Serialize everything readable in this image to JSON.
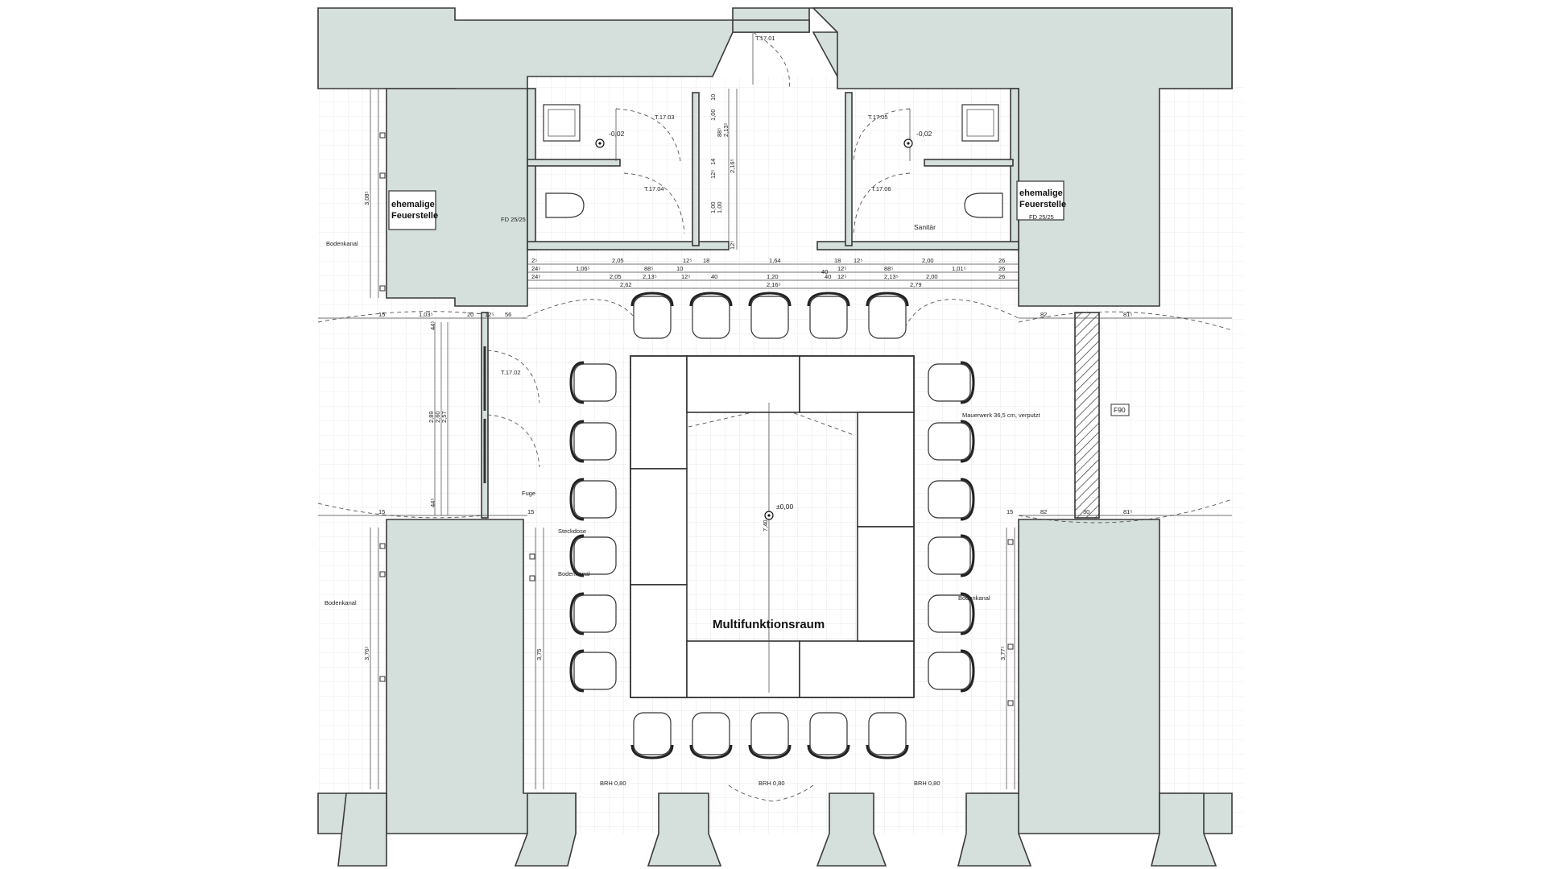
{
  "room_name": "Multifunktionsraum",
  "rooms": {
    "corridor_top": "T.17.01",
    "wc_left_a": "T.17.03",
    "wc_left_b": "T.17.04",
    "wc_right_a": "T.17.05",
    "wc_right_b": "T.17.06",
    "side_room": "T.17.02"
  },
  "labels": {
    "sanitaer": "Sanitär",
    "fireplace_line1": "ehemalige",
    "fireplace_line2": "Feuerstelle",
    "fd": "FD 25/25",
    "bodenkanal": "Bodenkanal",
    "bodenkanal_partial": "Bodenkanal",
    "steckdose": "Steckdose",
    "fuge": "Fuge",
    "mauerwerk": "Mauerwerk 36,5 cm, verputzt",
    "f90": "F90",
    "brh": "BRH 0,80"
  },
  "levels": {
    "main": "±0,00",
    "wc": "-0,02"
  },
  "dims": {
    "row1": [
      "2⁵",
      "2,05",
      "12⁵",
      "18",
      "1,64",
      "18",
      "12⁵",
      "2,00",
      "26"
    ],
    "row2": [
      "24⁵",
      "1,06⁵",
      "88⁵",
      "10",
      "1,20",
      "40",
      "12⁵",
      "88⁵",
      "1,01⁵",
      "26"
    ],
    "row3": [
      "24⁵",
      "2,05",
      "2,13⁵",
      "12⁵",
      "40",
      "40",
      "12⁵",
      "2,13⁵",
      "2,00",
      "26"
    ],
    "row4": [
      "2,62",
      "2,16⁵",
      "2,79"
    ],
    "side_top": [
      "15",
      "1,03⁵",
      "20",
      "12⁵",
      "56"
    ],
    "side_bottom": [
      "15",
      "15"
    ],
    "right_top": [
      "82",
      "81⁵"
    ],
    "right_bottom": [
      "15",
      "82",
      "30",
      "81⁵"
    ],
    "vertical": [
      "3,08⁵",
      "2,89",
      "2,60",
      "2,57",
      "44⁵",
      "44⁵",
      "3,76⁵",
      "3,75",
      "3,77⁵",
      "7,40",
      "1,00",
      "88⁵",
      "2,13⁵",
      "2,16⁵",
      "1,00",
      "1,00",
      "12⁵",
      "10",
      "14",
      "12⁵"
    ]
  }
}
